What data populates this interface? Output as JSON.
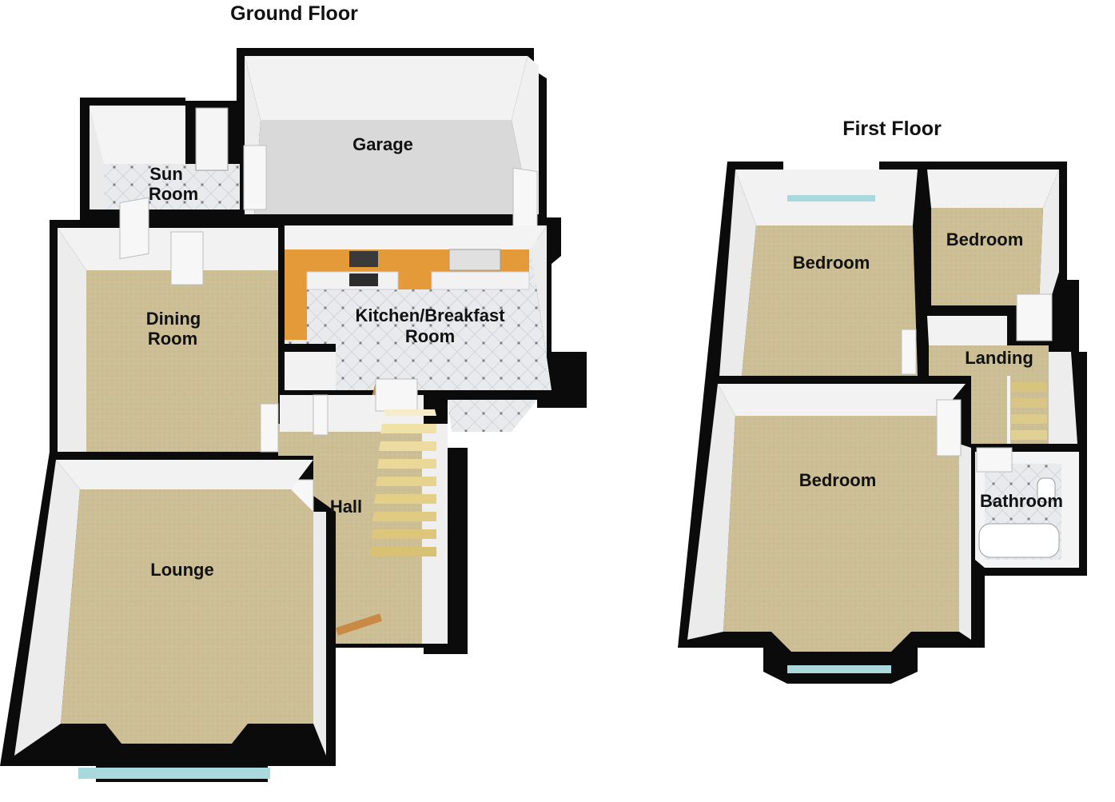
{
  "floors": {
    "ground": {
      "title": "Ground Floor",
      "rooms": {
        "sun_room": [
          "Sun",
          "Room"
        ],
        "garage": [
          "Garage"
        ],
        "dining_room": [
          "Dining",
          "Room"
        ],
        "kitchen": [
          "Kitchen/Breakfast",
          "Room"
        ],
        "hall": [
          "Hall"
        ],
        "lounge": [
          "Lounge"
        ]
      }
    },
    "first": {
      "title": "First Floor",
      "rooms": {
        "bedroom_1": [
          "Bedroom"
        ],
        "bedroom_2": [
          "Bedroom"
        ],
        "landing": [
          "Landing"
        ],
        "bedroom_3": [
          "Bedroom"
        ],
        "bathroom": [
          "Bathroom"
        ]
      }
    }
  },
  "colors": {
    "wall": "#0b0b0b",
    "carpet": "#cdbf95",
    "tile": "#e6e8ea",
    "garage_floor": "#dcdcdc",
    "worktop": "#e59a3a",
    "inner_wall": "#f6f6f6",
    "door": "#f7f7f7",
    "front_door": "#c98a45",
    "window": "#a9d8dd"
  }
}
